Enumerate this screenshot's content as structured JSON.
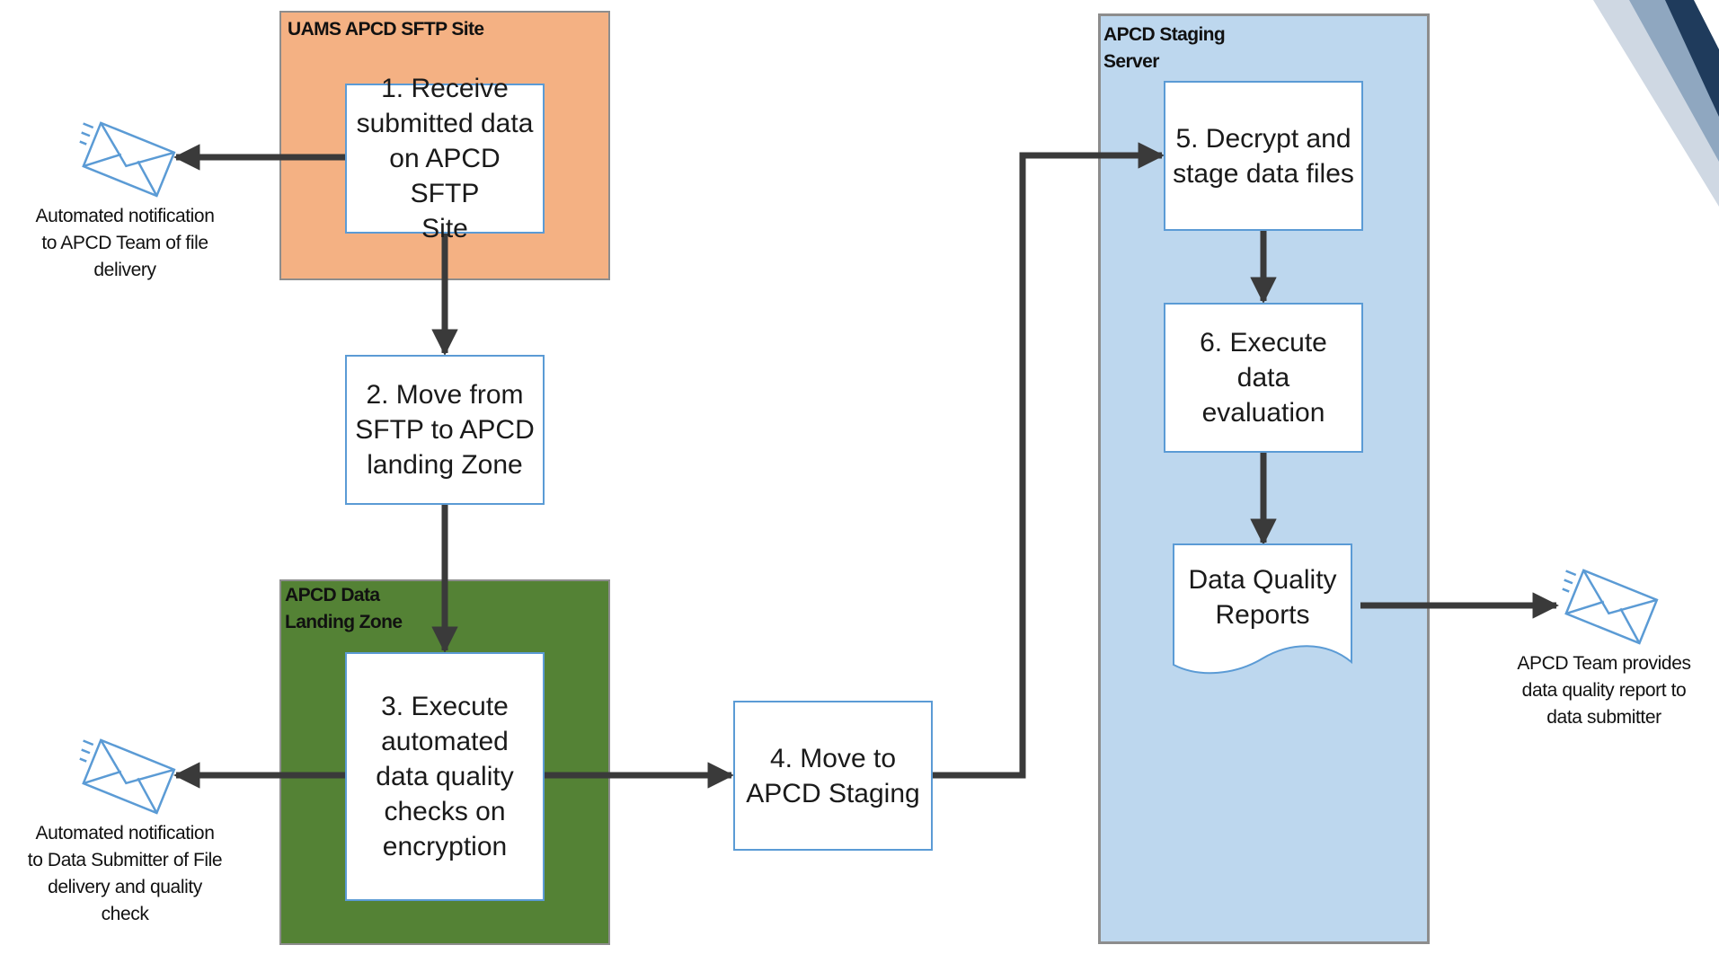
{
  "containers": {
    "sftp_site": "UAMS APCD SFTP Site",
    "landing_zone": "APCD Data\nLanding Zone",
    "staging_server": "APCD Staging\nServer"
  },
  "steps": {
    "step1": "1. Receive\nsubmitted data\non APCD SFTP\nSite",
    "step2": "2. Move from\nSFTP to APCD\nlanding Zone",
    "step3": "3. Execute\nautomated\ndata quality\nchecks on\nencryption",
    "step4": "4. Move to\nAPCD Staging",
    "step5": "5. Decrypt and\nstage data files",
    "step6": "6. Execute data\nevaluation",
    "reports": "Data Quality\nReports"
  },
  "notifications": {
    "n1": "Automated notification\nto APCD Team of file\ndelivery",
    "n2": "Automated notification\nto Data Submitter of File\ndelivery and quality\ncheck",
    "n3": "APCD Team provides\ndata quality report to\ndata submitter"
  },
  "icons": {
    "envelope": "mail-envelope-icon"
  },
  "colors": {
    "sftp_fill": "#f4b183",
    "landing_fill": "#548235",
    "staging_fill": "#bdd7ee",
    "box_border": "#5b9bd5",
    "arrow": "#3a3a3a",
    "envelope_stroke": "#5b9bd5"
  }
}
